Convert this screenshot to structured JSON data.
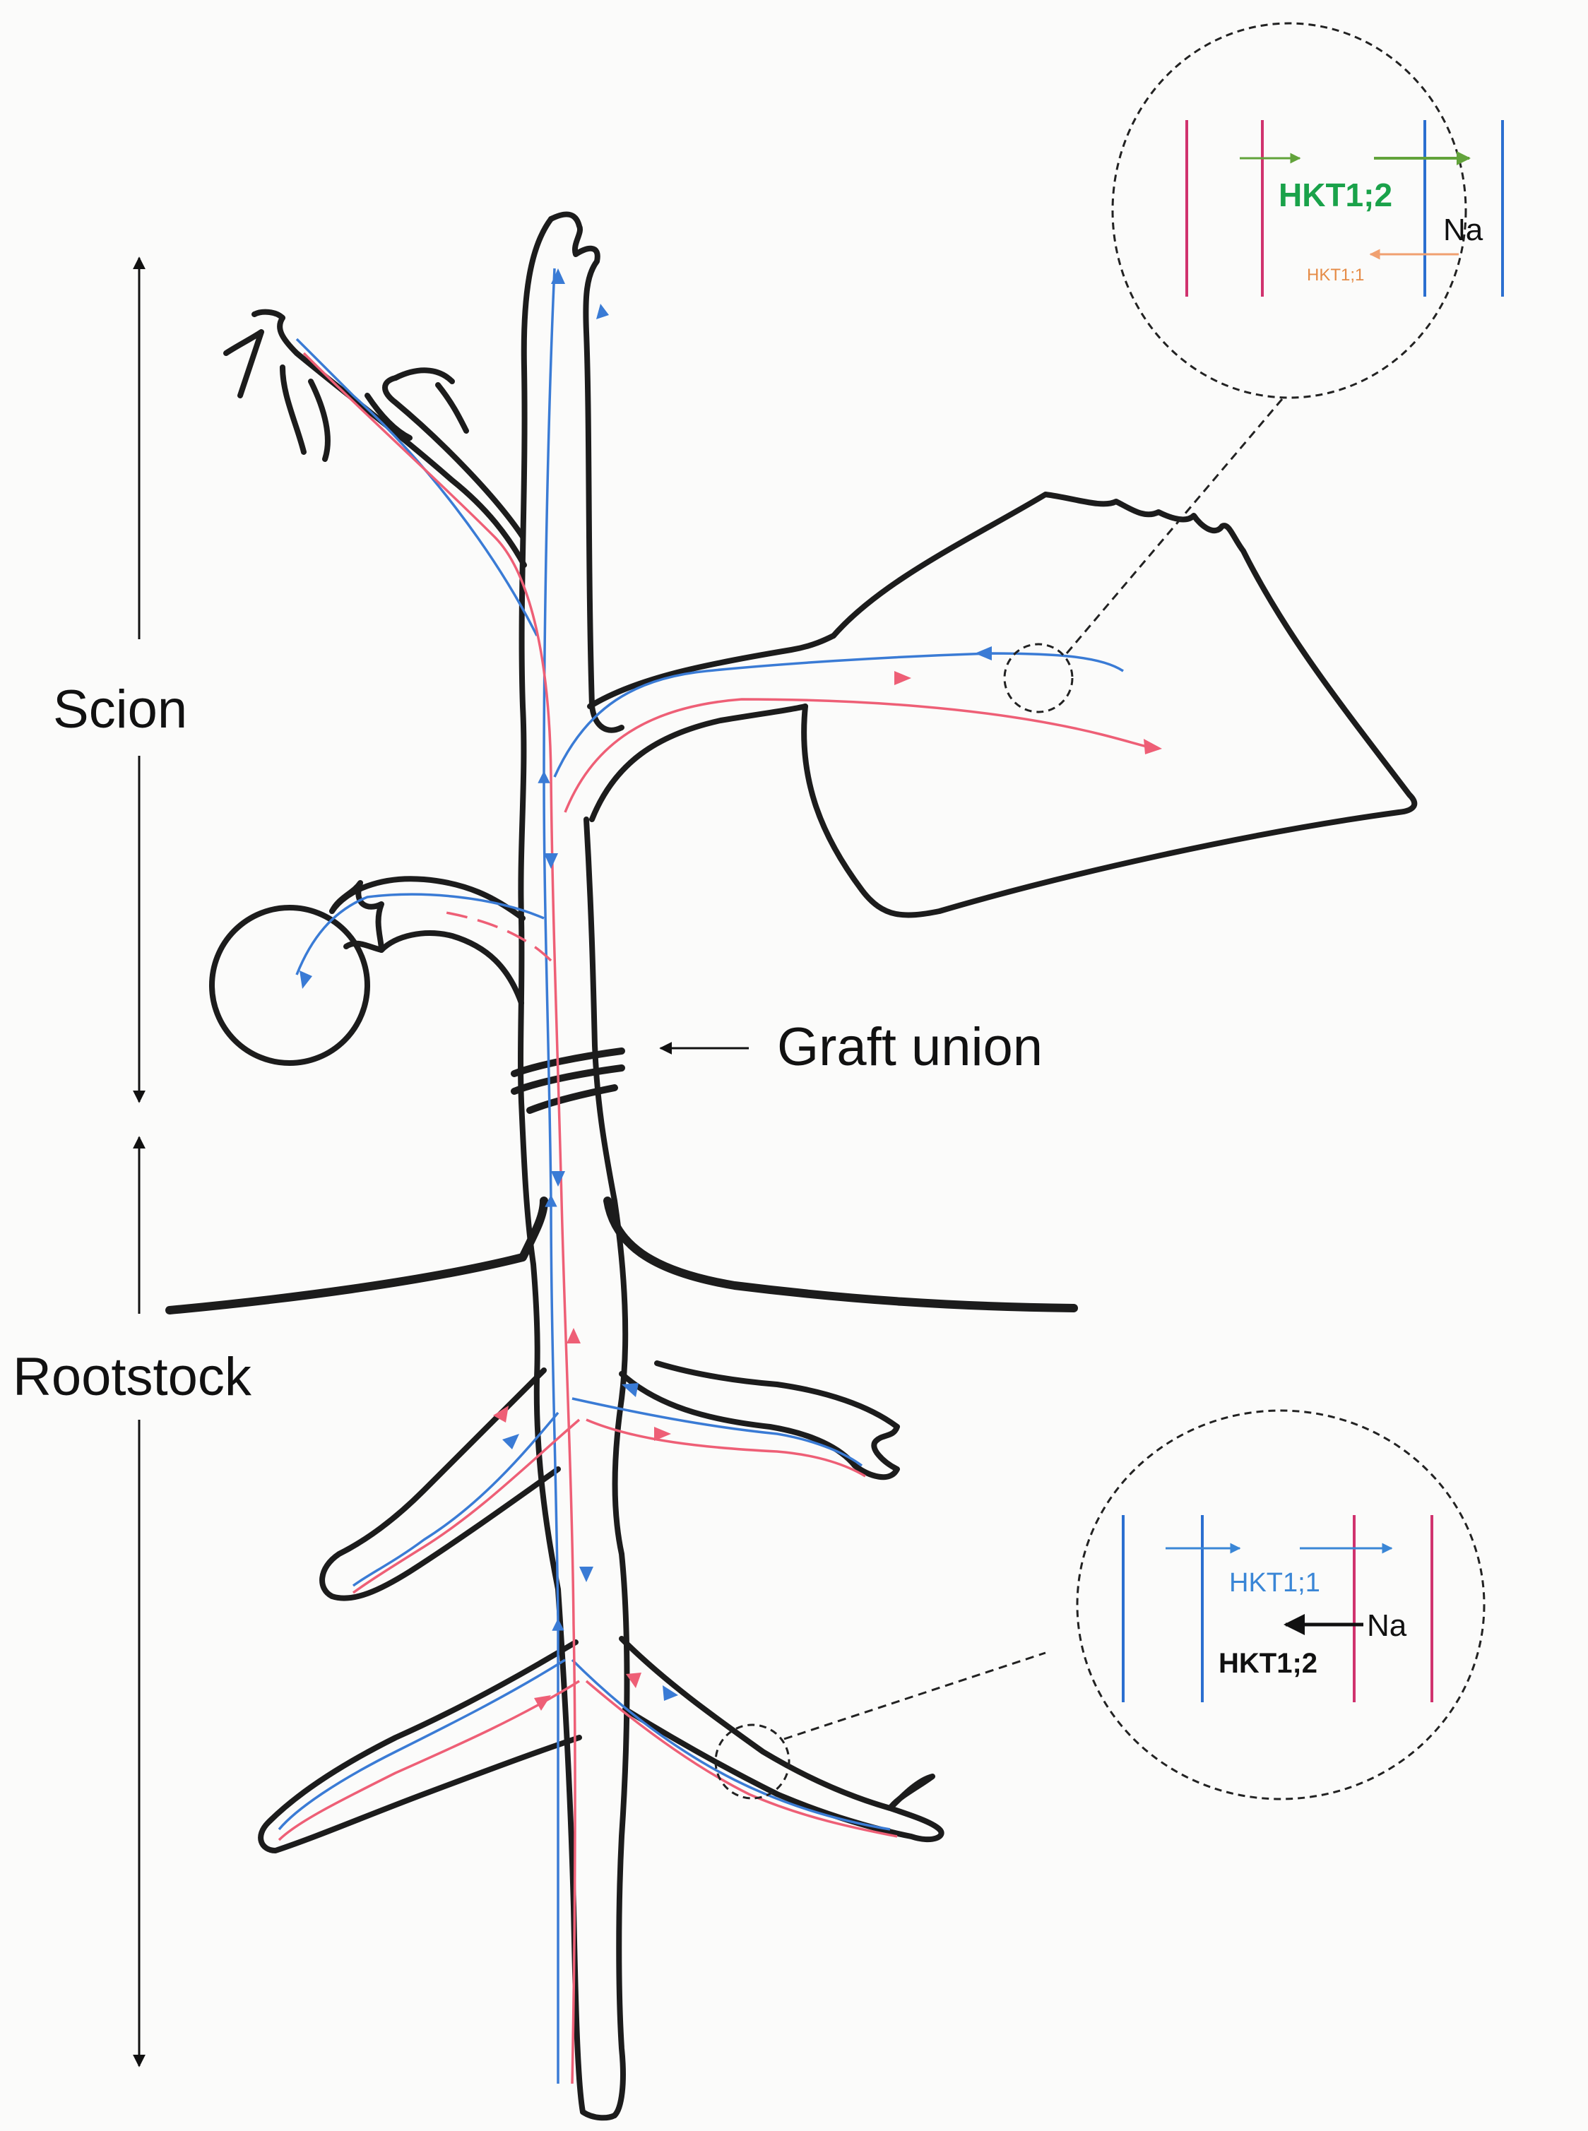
{
  "labels": {
    "scion": "Scion",
    "rootstock": "Rootstock",
    "graft_union": "Graft union"
  },
  "leaf_inset": {
    "transporter_main": "HKT1;2",
    "transporter_minor": "HKT1;1",
    "ion": "Na"
  },
  "root_inset": {
    "transporter_main": "HKT1;1",
    "transporter_minor": "HKT1;2",
    "ion": "Na"
  },
  "colors": {
    "outline": "#1c1c1c",
    "xylem_flow": "#3a7bd5",
    "phloem_flow": "#ee5f76",
    "magenta_membrane": "#d0336e",
    "blue_membrane": "#2b6fd0",
    "hkt12_leaf": "#1aa24a",
    "hkt11_leaf": "#e58b46",
    "hkt11_root": "#3a86d6",
    "arrow_green": "#62a33b",
    "arrow_orange": "#f0a070"
  }
}
